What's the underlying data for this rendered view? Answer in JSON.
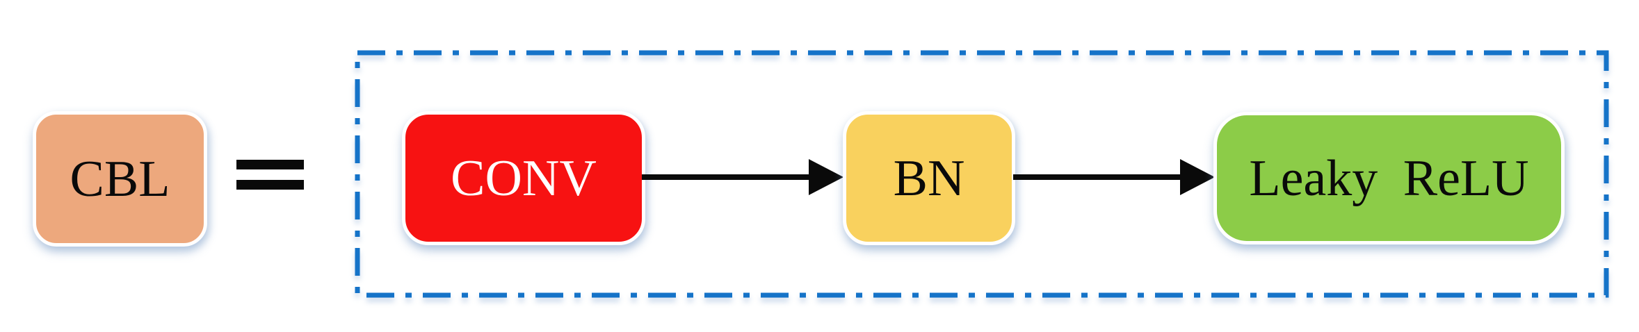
{
  "diagram": {
    "description": "Definition of the CBL block: CBL equals CONV followed by BN followed by Leaky ReLU inside a dashed container",
    "lhs_block": {
      "label": "CBL"
    },
    "equals_sign": "=",
    "container_blocks": [
      {
        "label": "CONV"
      },
      {
        "label": "BN"
      },
      {
        "label": "Leaky ReLU"
      }
    ],
    "connections": [
      {
        "from": "CONV",
        "to": "BN",
        "type": "arrow"
      },
      {
        "from": "BN",
        "to": "Leaky ReLU",
        "type": "arrow"
      }
    ]
  },
  "colors": {
    "cbl-fill": "#EDA87D",
    "conv-fill": "#F71212",
    "bn-fill": "#F9D15E",
    "relu-fill": "#8CCC48",
    "container-border": "#1573C8",
    "arrow-black": "#0a0a0a",
    "conv-text": "#FFFFFF",
    "block-text": "#0a0a0a",
    "background": "#FFFFFF"
  }
}
